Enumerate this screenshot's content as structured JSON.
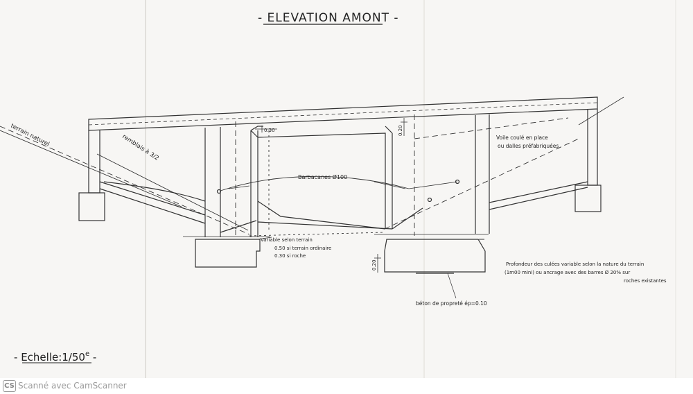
{
  "title": "ELEVATION AMONT",
  "scale": {
    "label": "Echelle:1/50",
    "superscript": "e"
  },
  "annotations": {
    "terrain_naturel": "terrain naturel",
    "remblais": "remblais à 3/2",
    "dim_030": "0.30",
    "dim_020_top": "0.20",
    "barbacanes": "Barbacanes Ø100",
    "voile_line1": "Voile coulé en place",
    "voile_line2": "ou dalles préfabriquées",
    "variable_line1": "Variable selon terrain",
    "variable_line2": "0.50 si terrain ordinaire",
    "variable_line3": "0.30 si roche",
    "dim_020_bottom": "0.20",
    "profondeur_line1": "Profondeur des culées variable selon la nature du terrain",
    "profondeur_line2": "(1m00 mini) ou ancrage avec des barres Ø 20% sur",
    "profondeur_line3": "roches existantes",
    "beton": "béton de propreté ép=0.10"
  },
  "footer": {
    "logo": "CS",
    "text": "Scanné avec CamScanner"
  }
}
